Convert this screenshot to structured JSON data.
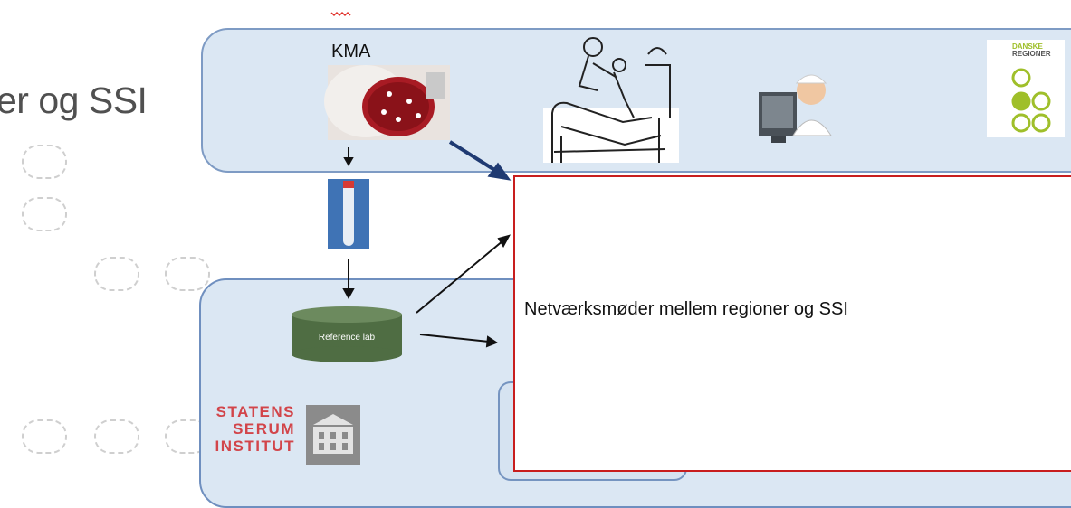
{
  "left_title": "er og SSI",
  "top_panel": {
    "kma_label": "KMA"
  },
  "regioner_logo": {
    "line1": "DANSKE",
    "line2": "REGIONER"
  },
  "reference_lab": {
    "label": "Reference lab"
  },
  "ssi_logo": {
    "line1": "STATENS",
    "line2": "SERUM",
    "line3": "INSTITUT"
  },
  "popup": {
    "text": "Netværksmøder mellem regioner og SSI"
  },
  "colors": {
    "panel_fill": "#dbe7f3",
    "panel_border": "#7e9bc4",
    "popup_border": "#c81e1e",
    "cylinder": "#4f6d43",
    "arrow_blue": "#1f3a72",
    "ssi_red": "#d2454a",
    "regioner_green": "#9fbf2a"
  },
  "icons": [
    "petri-dish-icon",
    "hospital-bed-icon",
    "doctor-computer-icon",
    "test-tube-icon",
    "building-icon",
    "regioner-circles-icon"
  ]
}
